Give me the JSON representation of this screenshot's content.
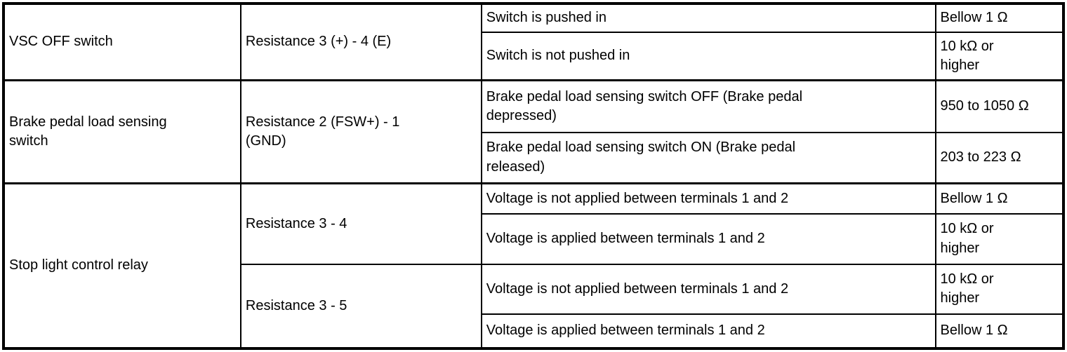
{
  "table": {
    "border_color": "#000000",
    "background_color": "#ffffff",
    "text_color": "#000000",
    "groups": [
      {
        "component": "VSC OFF switch",
        "tests": [
          {
            "label": "Resistance 3 (+) - 4 (E)",
            "conditions": [
              {
                "condition": "Switch is pushed in",
                "value": "Bellow 1 Ω"
              },
              {
                "condition": "Switch is not pushed in",
                "value": "10 kΩ or\nhigher"
              }
            ]
          }
        ]
      },
      {
        "component": "Brake pedal load sensing\nswitch",
        "tests": [
          {
            "label": "Resistance 2 (FSW+) - 1\n(GND)",
            "conditions": [
              {
                "condition": "Brake pedal load sensing switch OFF (Brake pedal\ndepressed)",
                "value": "950 to 1050 Ω"
              },
              {
                "condition": "Brake pedal load sensing switch ON (Brake pedal\nreleased)",
                "value": "203 to 223 Ω"
              }
            ]
          }
        ]
      },
      {
        "component": "Stop light control relay",
        "tests": [
          {
            "label": "Resistance 3 - 4",
            "conditions": [
              {
                "condition": "Voltage is not applied between terminals 1 and 2",
                "value": "Bellow 1 Ω"
              },
              {
                "condition": "Voltage is applied between terminals 1 and 2",
                "value": "10 kΩ or\nhigher"
              }
            ]
          },
          {
            "label": "Resistance 3 - 5",
            "conditions": [
              {
                "condition": "Voltage is not applied between terminals 1 and 2",
                "value": "10 kΩ or\nhigher"
              },
              {
                "condition": "Voltage is applied between terminals 1 and 2",
                "value": "Bellow 1 Ω"
              }
            ]
          }
        ]
      }
    ]
  }
}
